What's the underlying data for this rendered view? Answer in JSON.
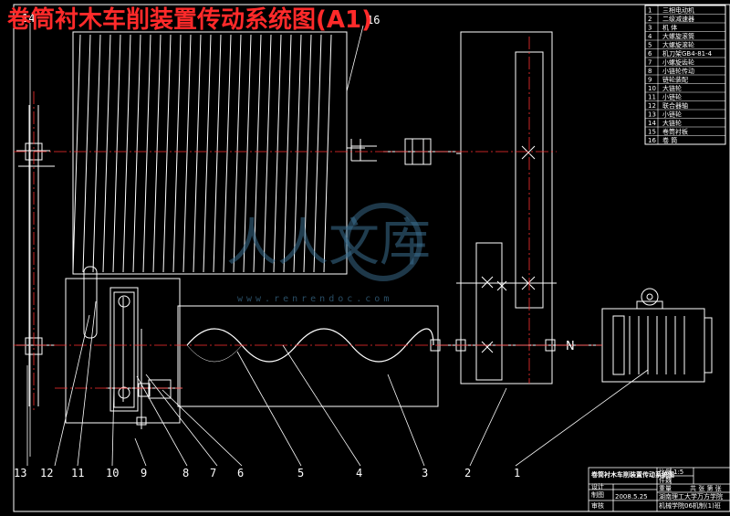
{
  "title": "卷筒衬木车削装置传动系统图(A1)",
  "callout_numbers": [
    "1",
    "2",
    "3",
    "4",
    "5",
    "6",
    "7",
    "8",
    "9",
    "10",
    "11",
    "12",
    "13",
    "14",
    "16"
  ],
  "parts_list": [
    {
      "no": "1",
      "name": "三相电动机"
    },
    {
      "no": "2",
      "name": "二级减速器"
    },
    {
      "no": "3",
      "name": "机 体"
    },
    {
      "no": "4",
      "name": "大螺旋滚筒"
    },
    {
      "no": "5",
      "name": "大螺旋滚轮"
    },
    {
      "no": "6",
      "name": "机刀架GB4-81-4"
    },
    {
      "no": "7",
      "name": "小螺旋齿轮"
    },
    {
      "no": "8",
      "name": "小链轮传动"
    },
    {
      "no": "9",
      "name": "链轮装配"
    },
    {
      "no": "10",
      "name": "大链轮"
    },
    {
      "no": "11",
      "name": "小链轮"
    },
    {
      "no": "12",
      "name": "联合器轴"
    },
    {
      "no": "13",
      "name": "小链轮"
    },
    {
      "no": "14",
      "name": "大链轮"
    },
    {
      "no": "15",
      "name": "卷筒衬板"
    },
    {
      "no": "16",
      "name": "卷 筒"
    }
  ],
  "title_block": {
    "drawing_name": "卷筒衬木车削装置传动系统图",
    "scale_label": "比例",
    "scale_value": "1:5",
    "qty_label": "件数",
    "drawer_label": "制图",
    "designer_label": "设计",
    "checker_label": "审核",
    "weight_label": "重量",
    "sheet_label": "共 张 第 张",
    "date": "2008.5.25",
    "school": "湖南理工大学万方学院",
    "class": "机械学院06机制(1)班"
  },
  "motor_label": "N",
  "watermark": {
    "text": "人人文库",
    "url": "www.renrendoc.com"
  },
  "colors": {
    "background": "#000000",
    "lines": "#ffffff",
    "centerlines": "#ff3030",
    "title": "#ff2a2a",
    "watermark": "#3b6f91"
  }
}
